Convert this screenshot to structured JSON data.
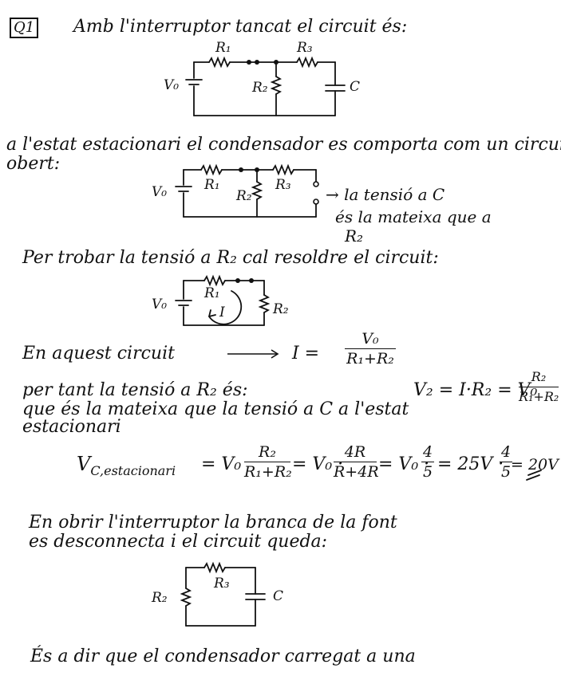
{
  "question_label": "Q1",
  "lines": {
    "l1": "Amb l'interruptor tancat el circuit és:",
    "l2": "a l'estat estacionari el condensador es comporta com un circuit",
    "l3": "obert:",
    "l4a": "→ la tensió a C",
    "l4b": "és la mateixa que a",
    "l4c": "R₂",
    "l5": "Per trobar la tensió a R₂ cal resoldre el circuit:",
    "l6": "En aquest circuit",
    "l6_eq": "I =",
    "l7a": "per tant la tensió a R₂ és:",
    "l7b": "V₂ = I·R₂ = V₀",
    "l8": "que és la mateixa que la tensió a C a l'estat",
    "l9": "estacionari",
    "l10_lhs": "V",
    "l10_sub": "C,estacionari",
    "l10_eq1": "= V₀",
    "l10_eq2": "= V₀ ·",
    "l10_eq3": "= V₀ ·",
    "l10_eq4": "= 25V ·",
    "l10_eq5": "= 20V",
    "l11": "En obrir l'interruptor la branca de la font",
    "l12": "es desconnecta i el circuit queda:",
    "l13": "És a dir que el condensador carregat a una"
  },
  "fractions": {
    "f_I": {
      "num": "V₀",
      "den": "R₁+R₂"
    },
    "f_V2": {
      "num": "R₂",
      "den": "R₁+R₂"
    },
    "f_a": {
      "num": "R₂",
      "den": "R₁+R₂"
    },
    "f_b": {
      "num": "4R",
      "den": "R+4R"
    },
    "f_c": {
      "num": "4",
      "den": "5"
    },
    "f_d": {
      "num": "4",
      "den": "5"
    }
  },
  "circuit_labels": {
    "V0": "V₀",
    "R1": "R₁",
    "R2": "R₂",
    "R3": "R₃",
    "C": "C",
    "I": "I"
  }
}
